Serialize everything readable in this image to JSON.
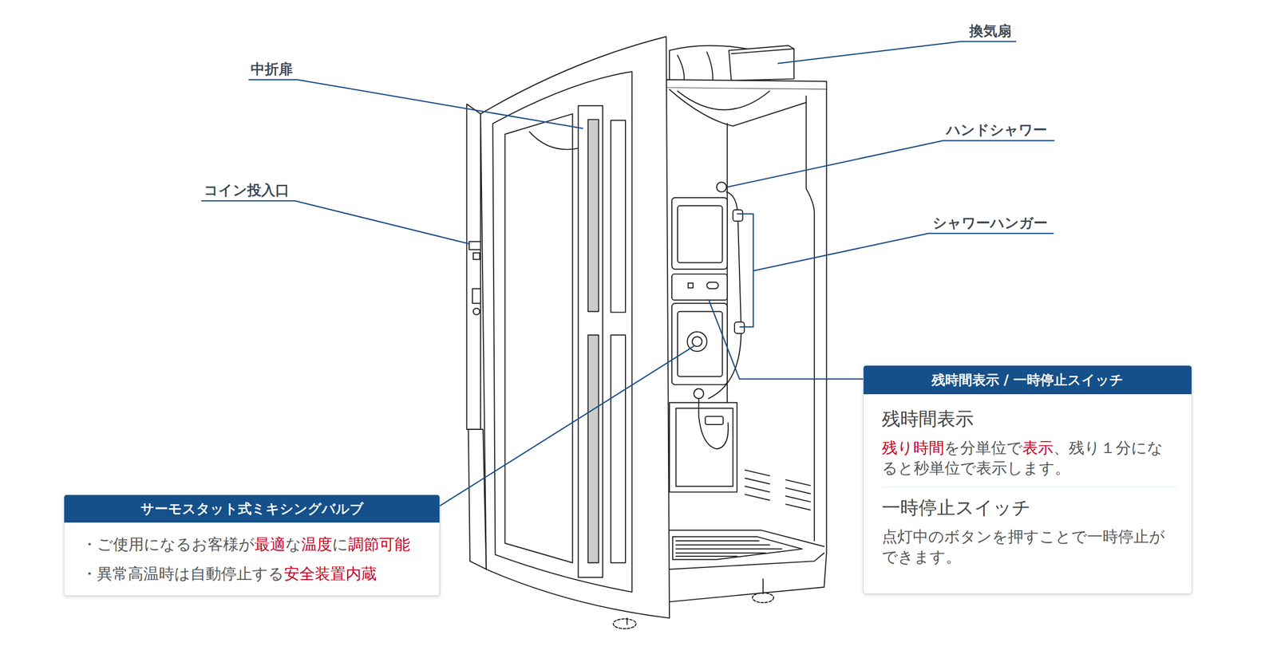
{
  "diagram": {
    "nodes": [
      {
        "text": [
          "サーモスタット式ミキシングバルブ",
          "・ご使用になるお客様が最適な温度に調節可能",
          "・異常高温時は自動停止する安全装置内蔵"
        ]
      },
      {
        "text": [
          "残時間表示 / 一時停止スイッチ",
          "残時間表示",
          "残り時間を分単位で表示、残り１分になると秒単位で表示します。",
          "一時停止スイッチ",
          "点灯中のボタンを押すことで一時停止ができます。"
        ]
      }
    ],
    "labels": [
      "換気扇",
      "中折扉",
      "ハンドシャワー",
      "コイン投入口",
      "シャワーハンガー"
    ]
  }
}
